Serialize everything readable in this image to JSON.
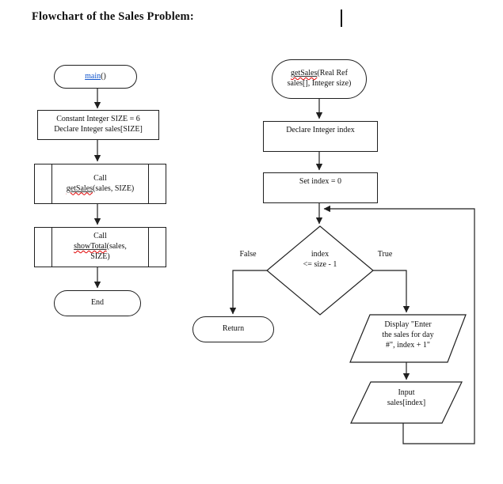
{
  "title": "Flowchart of the Sales Problem:",
  "left": {
    "start": {
      "fn": "main",
      "parens": "()"
    },
    "declare": {
      "line1": "Constant Integer SIZE = 6",
      "line2": "Declare Integer sales[SIZE]"
    },
    "call_getsales": {
      "line1": "Call",
      "fn": "getSales",
      "args": "(sales, SIZE)"
    },
    "call_showtotal": {
      "line1": "Call",
      "fn": "showTotal",
      "args": "(sales,",
      "args2": "SIZE)"
    },
    "end": "End"
  },
  "right": {
    "start": {
      "fn": "getSales",
      "args": "(Real Ref",
      "line2": "sales[], Integer size)"
    },
    "declare": "Declare Integer index",
    "set": "Set index = 0",
    "decision": {
      "line1": "index",
      "line2": "<= size - 1"
    },
    "false_label": "False",
    "true_label": "True",
    "return_label": "Return",
    "display": {
      "line1": "Display \"Enter",
      "line2": "the sales for day",
      "line3": "#\", index + 1\""
    },
    "input": {
      "line1": "Input",
      "line2": "sales[index]"
    }
  },
  "colors": {
    "link": "#1155CC",
    "spellcheck_underline": "#e00000",
    "stroke": "#1f1f1f",
    "background": "#ffffff"
  }
}
